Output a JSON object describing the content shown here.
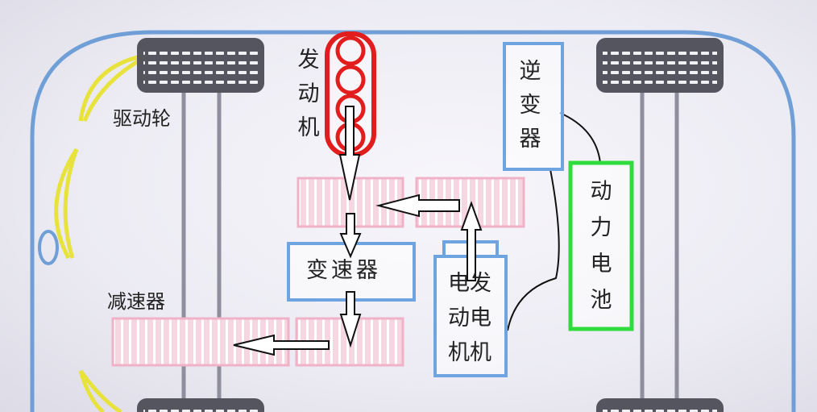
{
  "labels": {
    "engine": "发动机",
    "inverter": "逆变器",
    "battery": "动力电池",
    "transmission": "变速器",
    "generator": "电发动电机机",
    "reducer": "减速器",
    "drive_wheel": "驱动轮"
  },
  "colors": {
    "car_outline": "#6f9fd6",
    "box_blue": "#6ea5e0",
    "battery_green": "#2fdc3c",
    "engine_red": "#e21d1d",
    "gear_pink": "#f1b7c9",
    "axle": "#8e8e9e",
    "tire": "#55555f",
    "yellow_arc": "#e8e33c"
  }
}
